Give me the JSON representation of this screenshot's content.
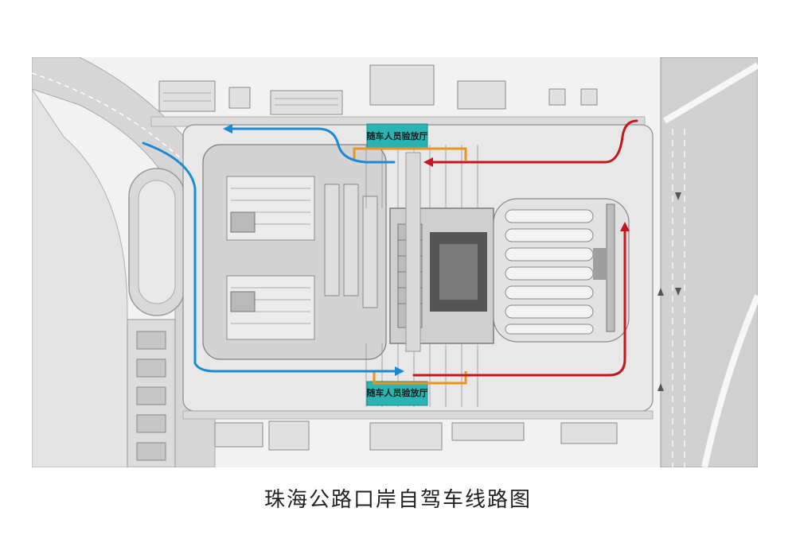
{
  "caption": "珠海公路口岸自驾车线路图",
  "hall_top_label": "随车人员验放厅",
  "hall_bottom_label": "随车人员验放厅",
  "colors": {
    "blue_route": "#1a8ad4",
    "red_route": "#c4161c",
    "orange_route": "#f0921e",
    "hall_fill": "#2bb3b3"
  }
}
